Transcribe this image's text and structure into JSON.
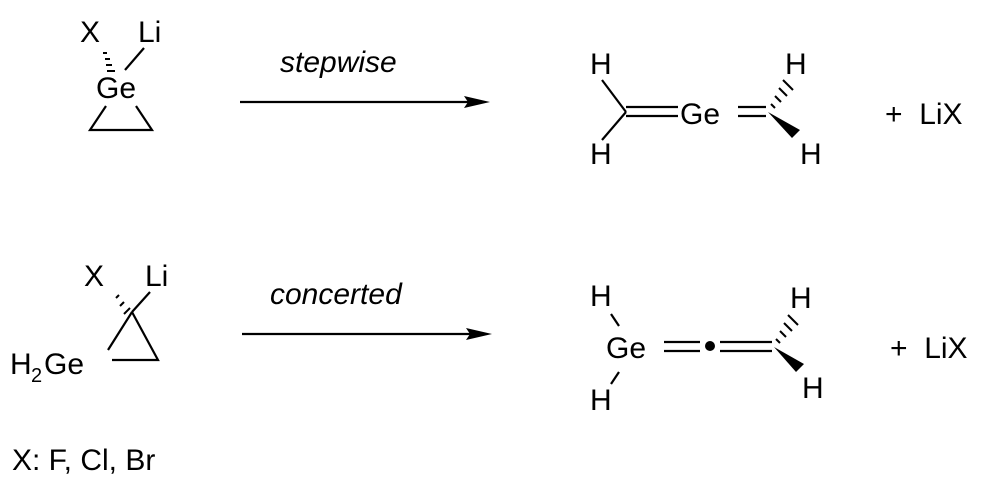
{
  "reaction_top": {
    "reactant": {
      "x_sub": "X",
      "li_sub": "Li",
      "ge": "Ge"
    },
    "arrow_label": "stepwise",
    "product": {
      "h1": "H",
      "h2": "H",
      "ge": "Ge",
      "h3": "H",
      "h4": "H"
    },
    "byproduct": "+  LiX"
  },
  "reaction_bottom": {
    "reactant": {
      "x_sub": "X",
      "li_sub": "Li",
      "h2ge_h": "H",
      "h2ge_sub": "2",
      "h2ge_ge": "Ge"
    },
    "arrow_label": "concerted",
    "product": {
      "h1": "H",
      "h2": "H",
      "ge": "Ge",
      "h3": "H",
      "h4": "H"
    },
    "byproduct": "+  LiX"
  },
  "footnote": "X: F, Cl, Br"
}
